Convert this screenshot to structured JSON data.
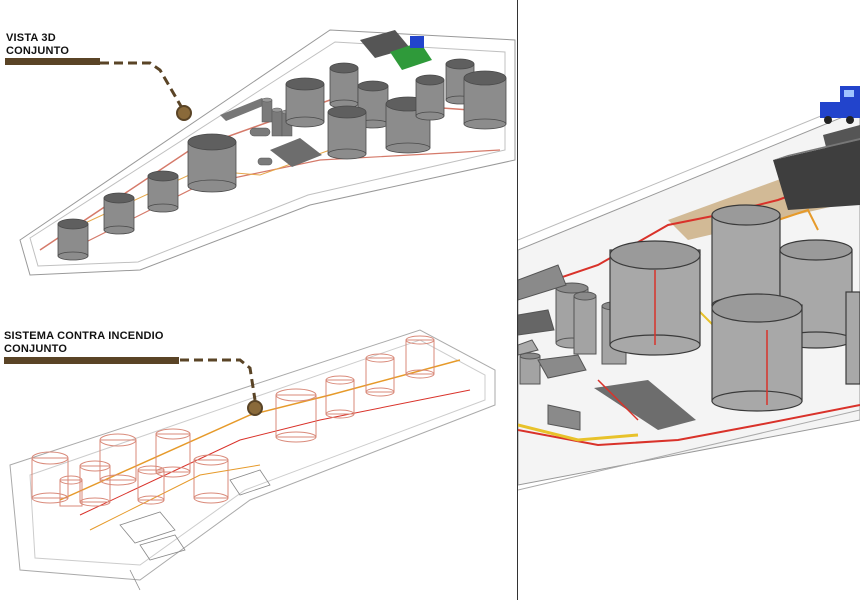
{
  "labels": {
    "vista_3d_line1": "VISTA 3D",
    "vista_3d_line2": "CONJUNTO",
    "fire_line1": "SISTEMA CONTRA INCENDIO",
    "fire_line2": "CONJUNTO"
  },
  "colors": {
    "label_bar": "#5a4426",
    "leader_dot": "#8a6a3a",
    "tank_fill": "#8c8c8c",
    "tank_top": "#6f6f6f",
    "fire_pipe": "#d9322a",
    "pipe_orange": "#e69a2a",
    "pipe_yellow": "#e8c22a",
    "building_green": "#2f9a3a",
    "truck_blue": "#2244cc",
    "ground_tan": "#c9ab7e"
  },
  "icons": [
    "truck-icon"
  ]
}
